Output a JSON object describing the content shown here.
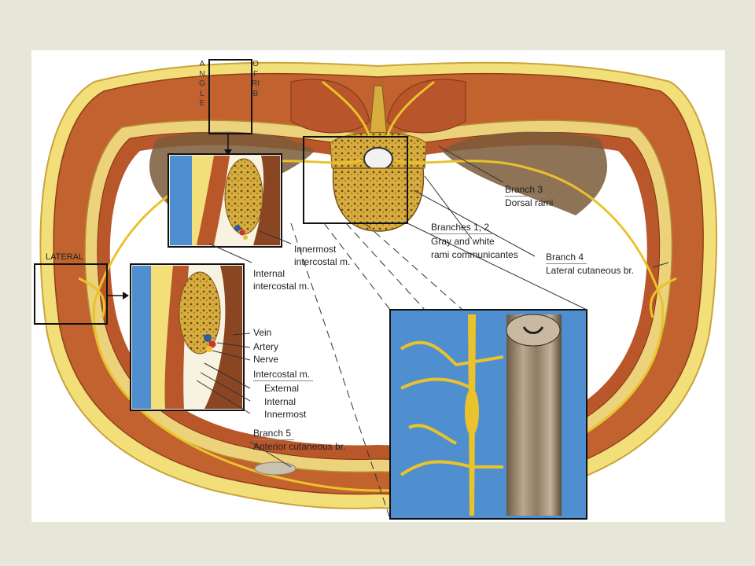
{
  "colors": {
    "background": "#e7e7d9",
    "fat": "#f3df79",
    "muscle": "#c0622f",
    "nerve": "#f0d64b",
    "bone": "#d3a83c",
    "blue": "#4f8fcf"
  },
  "labels": {
    "angle": "ANGLE",
    "of_rib": "OFRIB",
    "lateral": "LATERAL",
    "branch3_title": "Branch 3",
    "branch3_desc": "Dorsal rami",
    "branches12_title": "Branches 1, 2",
    "branches12_line1": "Gray and white",
    "branches12_line2": "rami communicantes",
    "branch4_title": "Branch 4",
    "branch4_desc": "Lateral cutaneous br.",
    "innermost_line1": "Innermost",
    "innermost_line2": "intercostal m.",
    "internal_line1": "Internal",
    "internal_line2": "intercostal m.",
    "vein": "Vein",
    "artery": "Artery",
    "nerve": "Nerve",
    "intercostal": "Intercostal m.",
    "external": "External",
    "internal": "Internal",
    "innermost": "Innermost",
    "branch5_title": "Branch 5",
    "branch5_desc": "Anterior cutaneous br."
  }
}
